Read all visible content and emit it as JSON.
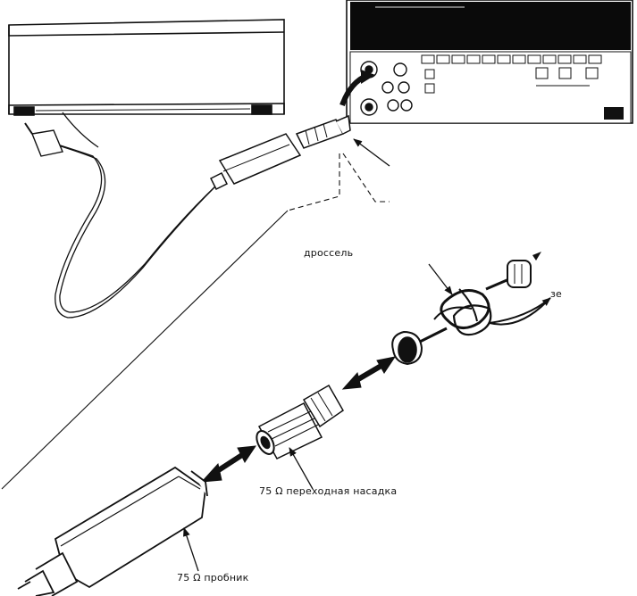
{
  "labels": {
    "choke": "дроссель",
    "adapter": "75 Ω переходная насадка",
    "probe": "75 Ω пробник",
    "partial": "зе"
  },
  "colors": {
    "ink": "#111111",
    "paper": "#ffffff",
    "panel": "#0a0a0a"
  }
}
